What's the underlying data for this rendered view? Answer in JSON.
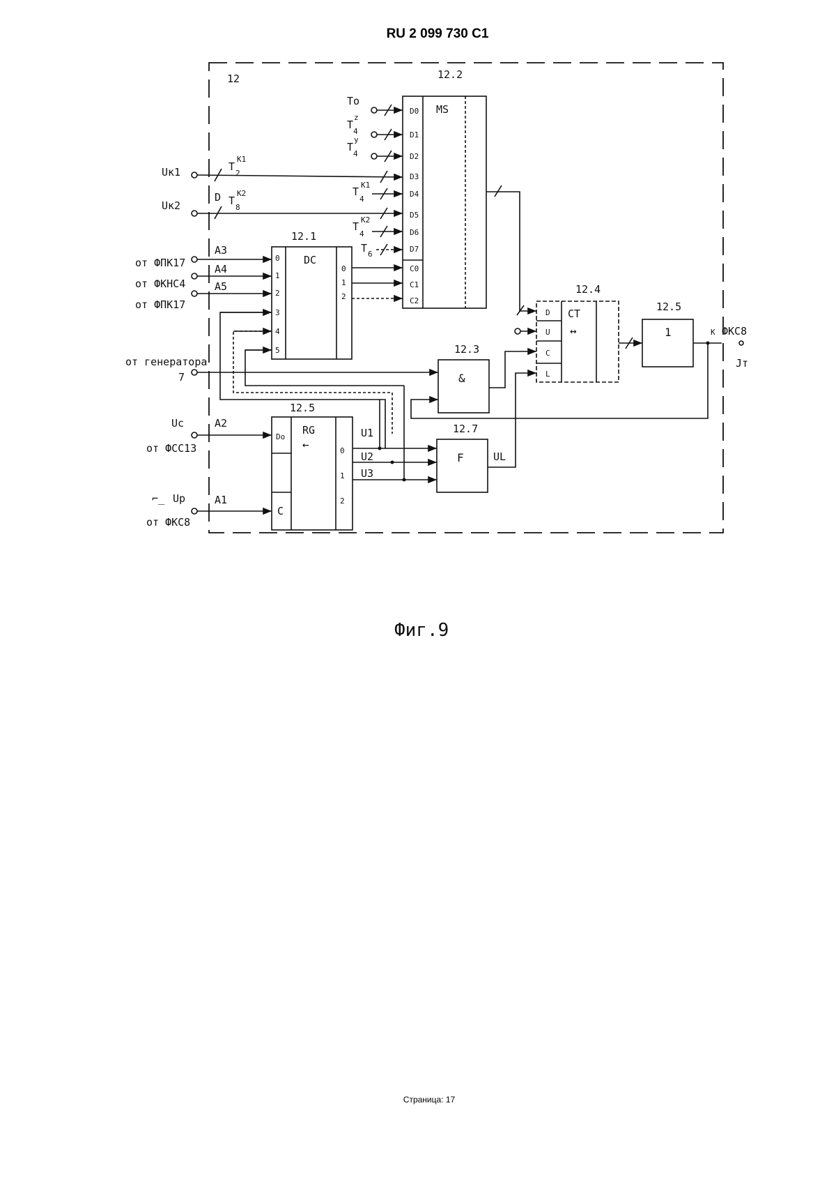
{
  "header": {
    "doc_number": "RU   2 099 730  C1"
  },
  "figure": {
    "block_12": "12",
    "blocks": {
      "b12_1": {
        "num": "12.1",
        "type": "DC",
        "inputs": [
          "0",
          "1",
          "2",
          "3",
          "4",
          "5"
        ],
        "outputs": [
          "0",
          "1",
          "2"
        ]
      },
      "b12_2": {
        "num": "12.2",
        "type": "MS",
        "inputs": [
          "D0",
          "D1",
          "D2",
          "D3",
          "D4",
          "D5",
          "D6",
          "D7",
          "C0",
          "C1",
          "C2"
        ]
      },
      "b12_3": {
        "num": "12.3",
        "type": "&"
      },
      "b12_4": {
        "num": "12.4",
        "type": "CT",
        "arrow": "↔",
        "inputs": [
          "D",
          "U",
          "C",
          "L"
        ]
      },
      "b12_5": {
        "num": "12.5",
        "type": "1"
      },
      "b12_6": {
        "num": "12.5",
        "type": "RG",
        "arrow": "←",
        "inputs": [
          "Do",
          "C"
        ],
        "outputs": [
          "0",
          "1",
          "2"
        ]
      },
      "b12_7": {
        "num": "12.7",
        "type": "F"
      }
    },
    "signals": {
      "To": "To",
      "T4z_base": "T",
      "T4z_sup": "z",
      "T4z_sub": "4",
      "T4y_base": "T",
      "T4y_sup": "y",
      "T4y_sub": "4",
      "T2k1_base": "T",
      "T2k1_sup": "K1",
      "T2k1_sub": "2",
      "T8k2_base": "T",
      "T8k2_sup": "K2",
      "T8k2_sub": "8",
      "T4k1_base": "T",
      "T4k1_sup": "K1",
      "T4k1_sub": "4",
      "T4k2_base": "T",
      "T4k2_sup": "K2",
      "T4k2_sub": "4",
      "T6_base": "T",
      "T6_sub": "6",
      "Uk1": "Uк1",
      "Uk2": "Uк2",
      "D_mark": "D",
      "A3": "A3",
      "A4": "A4",
      "A5": "A5",
      "A2": "A2",
      "A1": "A1",
      "Uc": "Uc",
      "Up": "Up",
      "U1": "U1",
      "U2": "U2",
      "U3": "U3",
      "UL": "UL",
      "K": "K",
      "Jt": "Jт",
      "fks8_right": "ФКС8"
    },
    "sources": {
      "from_fpk17_a": "от ФПК17",
      "from_fknc4": "от ФКНС4",
      "from_fpk17_b": "от ФПК17",
      "from_generator": "от генератора",
      "generator_num": "7",
      "from_fcc13": "от ФСС13",
      "from_fks8": "от ФКС8",
      "neg_edge": "⌐_"
    },
    "caption": "Фиг.9"
  },
  "footer": {
    "page_label": "Страница: 17"
  }
}
